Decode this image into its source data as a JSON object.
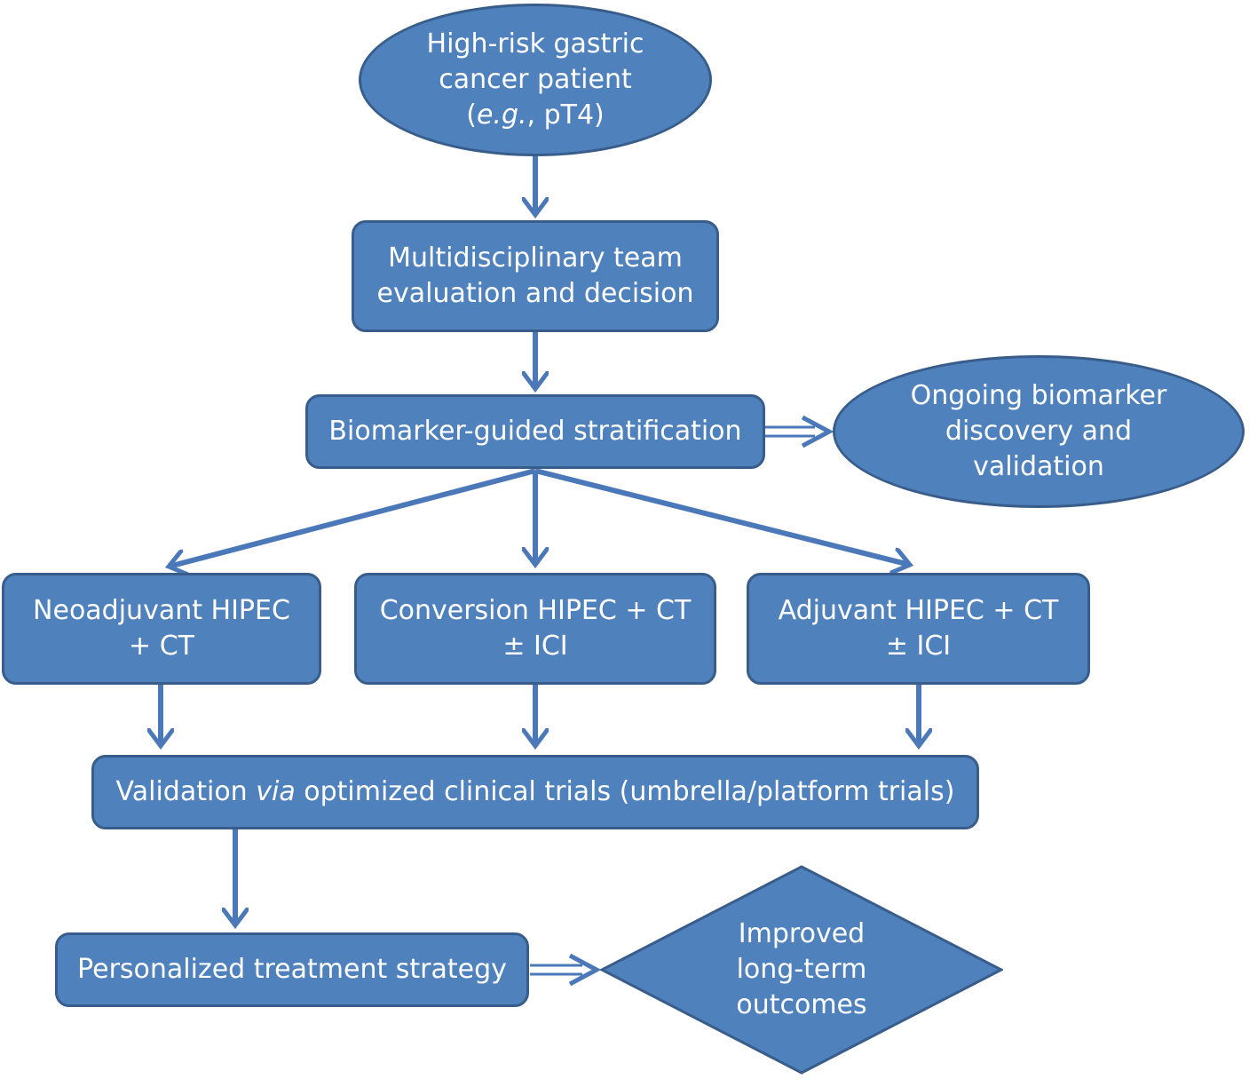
{
  "nodes": {
    "patient": {
      "line1": "High-risk gastric",
      "line2": "cancer patient",
      "line3_open": "(",
      "line3_italic": "e.g.",
      "line3_rest": ", pT4)"
    },
    "mdt": {
      "line1": "Multidisciplinary team",
      "line2": "evaluation and decision"
    },
    "biomarker": {
      "line1": "Biomarker-guided stratification"
    },
    "discovery": {
      "line1": "Ongoing biomarker",
      "line2": "discovery and",
      "line3": "validation"
    },
    "neoadjuvant": {
      "line1": "Neoadjuvant HIPEC",
      "line2": "+ CT"
    },
    "conversion": {
      "line1": "Conversion HIPEC + CT",
      "line2": "± ICI"
    },
    "adjuvant": {
      "line1": "Adjuvant HIPEC + CT",
      "line2": "± ICI"
    },
    "validation": {
      "pre": "Validation ",
      "italic": "via",
      "post": " optimized clinical trials (umbrella/platform trials)"
    },
    "personalized": {
      "line1": "Personalized treatment strategy"
    },
    "outcomes": {
      "line1": "Improved",
      "line2": "long-term",
      "line3": "outcomes"
    }
  },
  "colors": {
    "fill": "#4f81bd",
    "stroke": "#385d8a",
    "arrow": "#4a78b8",
    "text": "#ffffff"
  }
}
